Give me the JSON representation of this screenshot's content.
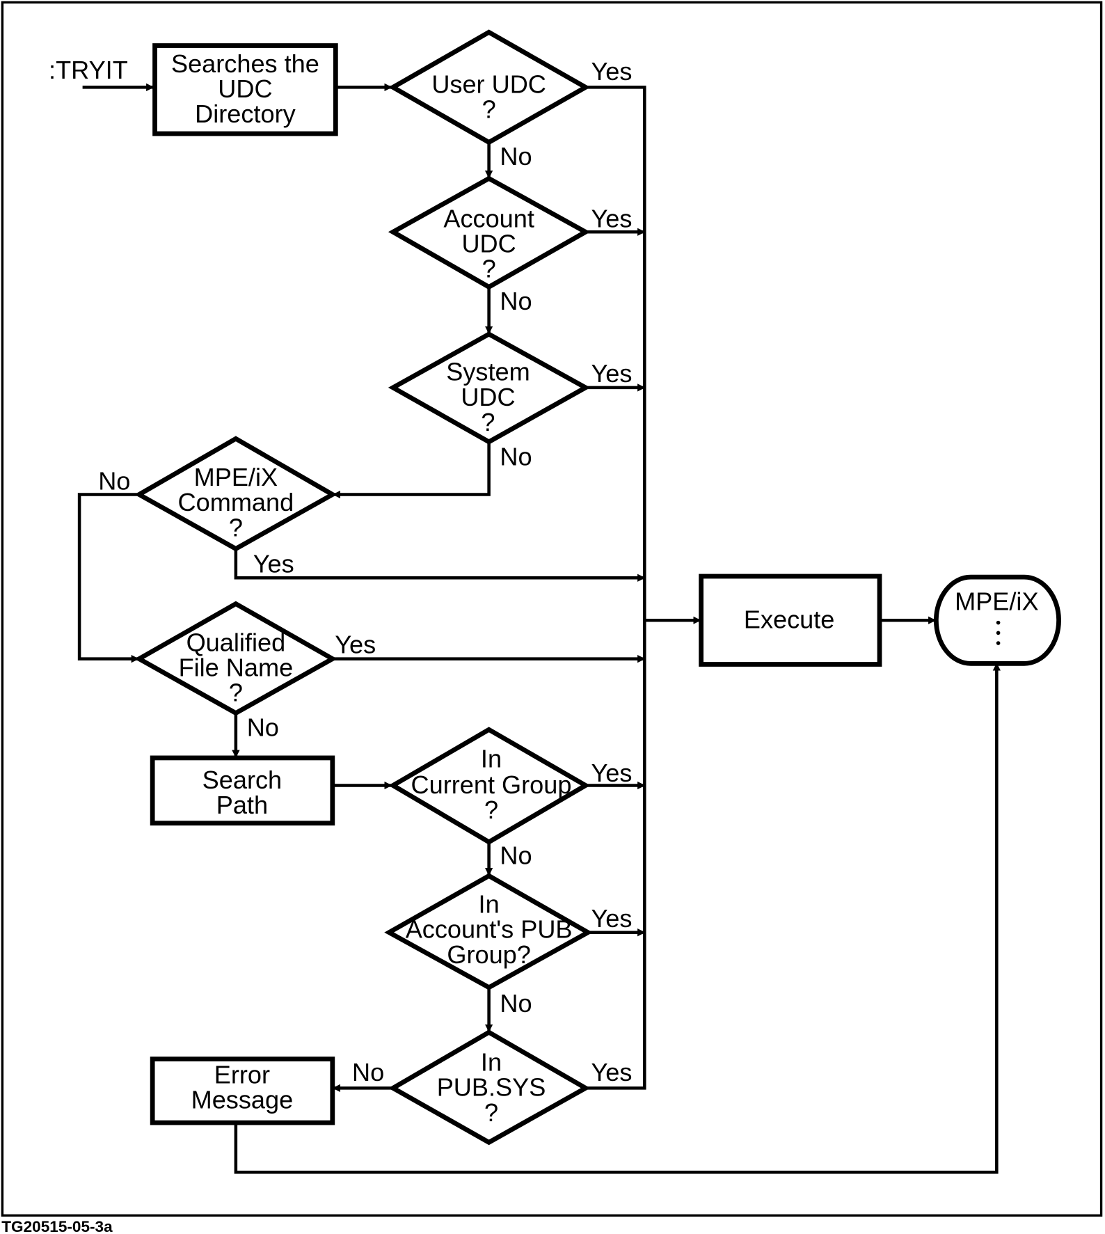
{
  "entry": {
    "label": ":TRYIT"
  },
  "nodes": {
    "search_udc": {
      "lines": [
        "Searches the",
        "UDC",
        "Directory"
      ]
    },
    "user_udc": {
      "lines": [
        "User UDC",
        "?"
      ]
    },
    "account_udc": {
      "lines": [
        "Account",
        "UDC",
        "?"
      ]
    },
    "system_udc": {
      "lines": [
        "System",
        "UDC",
        "?"
      ]
    },
    "mpeix_command": {
      "lines": [
        "MPE/iX",
        "Command",
        "?"
      ]
    },
    "qualified_file": {
      "lines": [
        "Qualified",
        "File Name",
        "?"
      ]
    },
    "search_path": {
      "lines": [
        "Search",
        "Path"
      ]
    },
    "in_current_group": {
      "lines": [
        "In",
        "Current Group",
        "?"
      ]
    },
    "in_pub_group": {
      "lines": [
        "In",
        "Account's PUB",
        "Group?"
      ]
    },
    "in_pub_sys": {
      "lines": [
        "In",
        "PUB.SYS",
        "?"
      ]
    },
    "error_message": {
      "lines": [
        "Error",
        "Message"
      ]
    },
    "execute": {
      "lines": [
        "Execute"
      ]
    },
    "mpeix": {
      "lines": [
        "MPE/iX"
      ]
    }
  },
  "edge_labels": {
    "yes": "Yes",
    "no": "No"
  },
  "caption": "TG20515-05-3a"
}
